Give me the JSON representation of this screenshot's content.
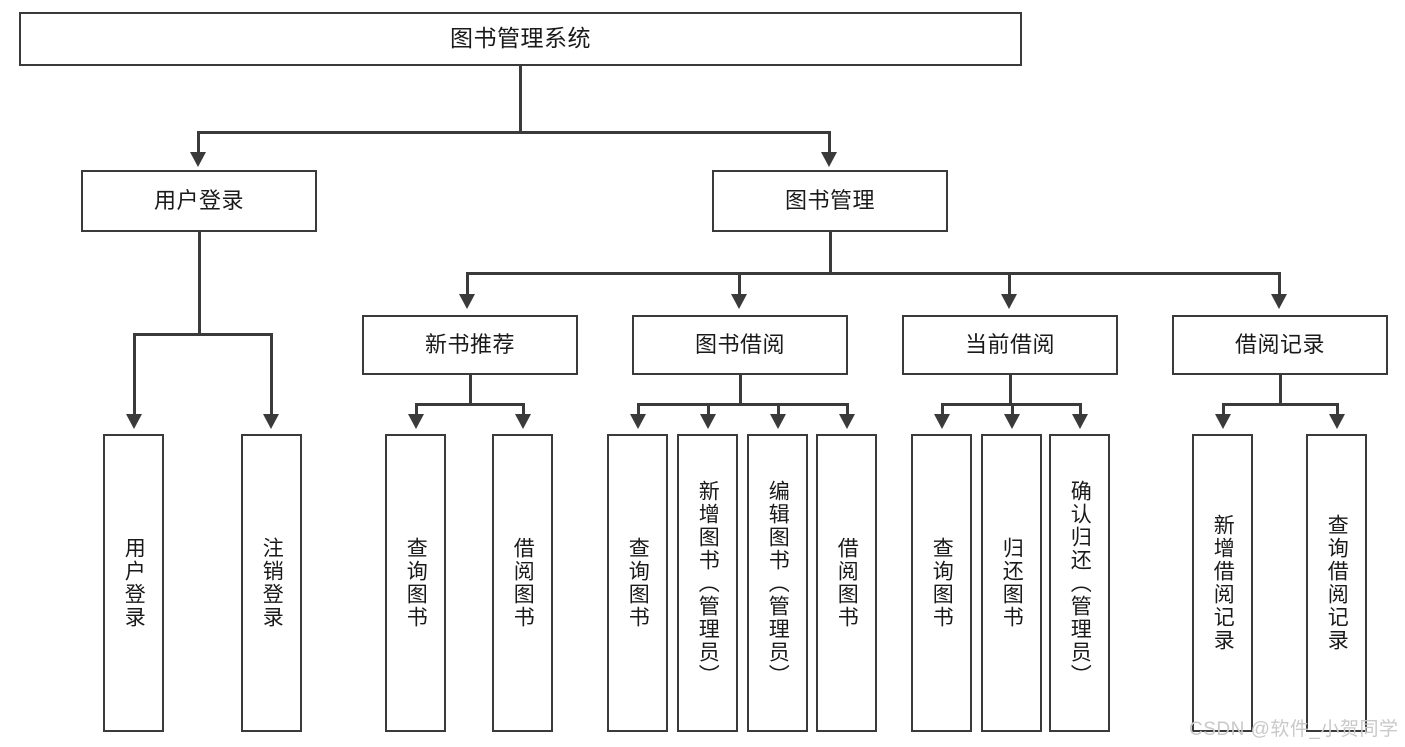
{
  "diagram": {
    "type": "tree-hierarchy-chart",
    "root": {
      "label": "图书管理系统"
    },
    "level2": [
      {
        "label": "用户登录"
      },
      {
        "label": "图书管理"
      }
    ],
    "level3": [
      {
        "label": "新书推荐"
      },
      {
        "label": "图书借阅"
      },
      {
        "label": "当前借阅"
      },
      {
        "label": "借阅记录"
      }
    ],
    "leaves": {
      "user_login": [
        {
          "label": "用户登录"
        },
        {
          "label": "注销登录"
        }
      ],
      "new_book_recommend": [
        {
          "label": "查询图书"
        },
        {
          "label": "借阅图书"
        }
      ],
      "book_borrow": [
        {
          "label": "查询图书"
        },
        {
          "label": "新增图书（管理员）"
        },
        {
          "label": "编辑图书（管理员）"
        },
        {
          "label": "借阅图书"
        }
      ],
      "current_borrow": [
        {
          "label": "查询图书"
        },
        {
          "label": "归还图书"
        },
        {
          "label": "确认归还（管理员）"
        }
      ],
      "borrow_record": [
        {
          "label": "新增借阅记录"
        },
        {
          "label": "查询借阅记录"
        }
      ]
    }
  },
  "watermark": {
    "text": "CSDN @软件_小贺同学"
  },
  "colors": {
    "stroke": "#3a3a3a",
    "fill": "#ffffff",
    "text": "#1a1a1a",
    "watermark": "#c9c9c9"
  }
}
